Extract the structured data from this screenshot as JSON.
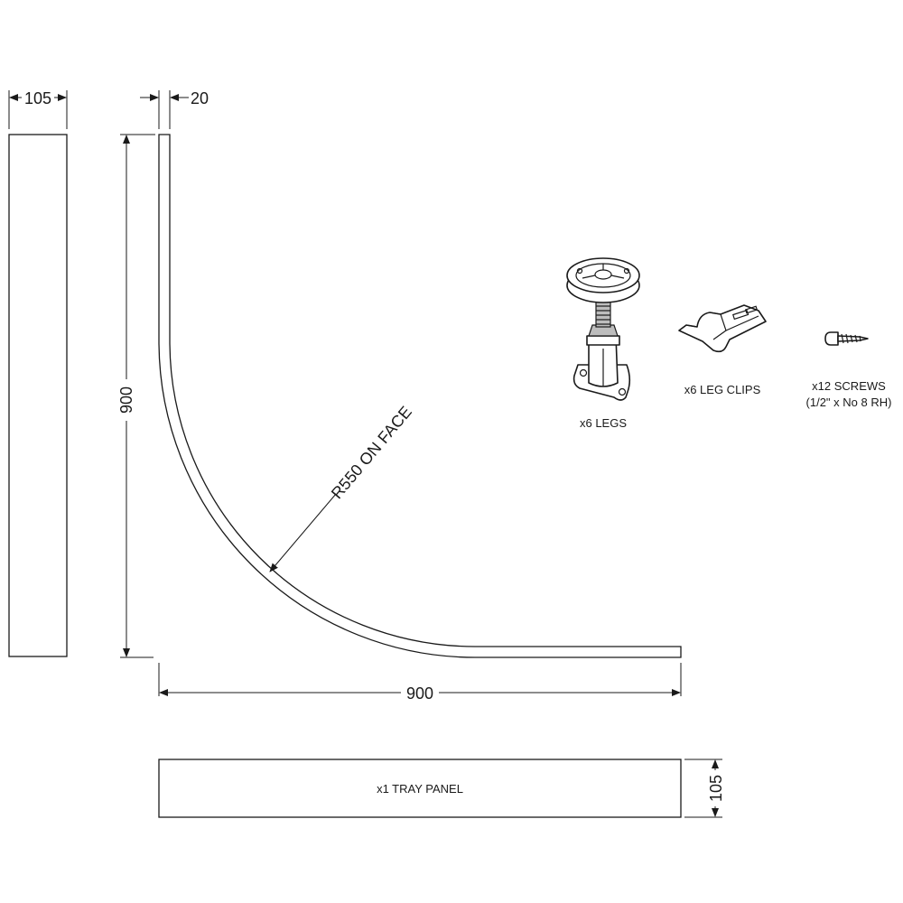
{
  "dimensions": {
    "side_panel_width": "105",
    "curved_panel_thickness": "20",
    "curved_panel_height": "900",
    "curved_panel_width": "900",
    "radius_note": "R550 ON FACE",
    "tray_panel_height": "105"
  },
  "parts": {
    "legs": "x6 LEGS",
    "leg_clips": "x6 LEG CLIPS",
    "screws_line1": "x12 SCREWS",
    "screws_line2": "(1/2\" x No 8 RH)",
    "tray_panel": "x1 TRAY PANEL"
  },
  "icons": [
    "leg-icon",
    "leg-clip-icon",
    "screw-icon"
  ]
}
